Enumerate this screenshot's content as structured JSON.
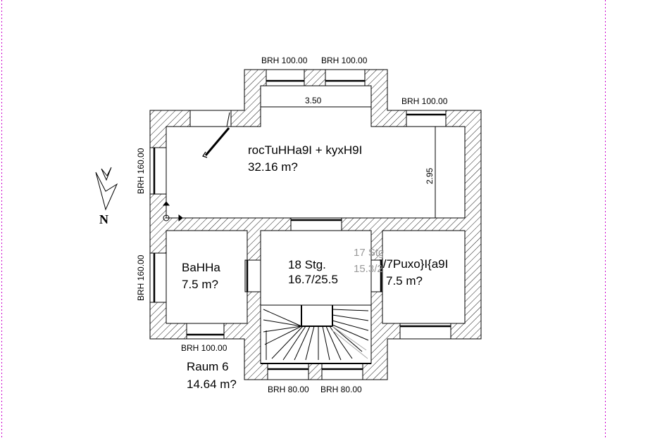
{
  "rooms": [
    {
      "name": "rocTuHHa9I + kyxH9I",
      "area": "32.16 m?"
    },
    {
      "name": "BaHHa",
      "area": "7.5 m?"
    },
    {
      "name": "18 Stg.",
      "area": "16.7/25.5"
    },
    {
      "name": "\\/7Puxo}I{a9I",
      "area": "7.5 m?"
    },
    {
      "name": "Raum 6",
      "area": "14.64 m?"
    }
  ],
  "stair_ghost": {
    "line1": "17 Stg.",
    "line2": "15.3/25.5"
  },
  "window_labels": {
    "top_left": "BRH 100.00",
    "top_right": "BRH 100.00",
    "upper_right": "BRH 100.00",
    "left_upper": "BRH 160.00",
    "left_lower": "BRH 160.00",
    "bottom_left": "BRH 100.00",
    "bottom_stair_left": "BRH 80.00",
    "bottom_stair_right": "BRH 80.00"
  },
  "dimensions": {
    "bay_width": "3.50",
    "room_depth": "2.95"
  },
  "north_label": "N",
  "colors": {
    "wall_line": "#000000",
    "guide_line": "#cc00cc",
    "ghost_text": "#9a9a9a"
  }
}
